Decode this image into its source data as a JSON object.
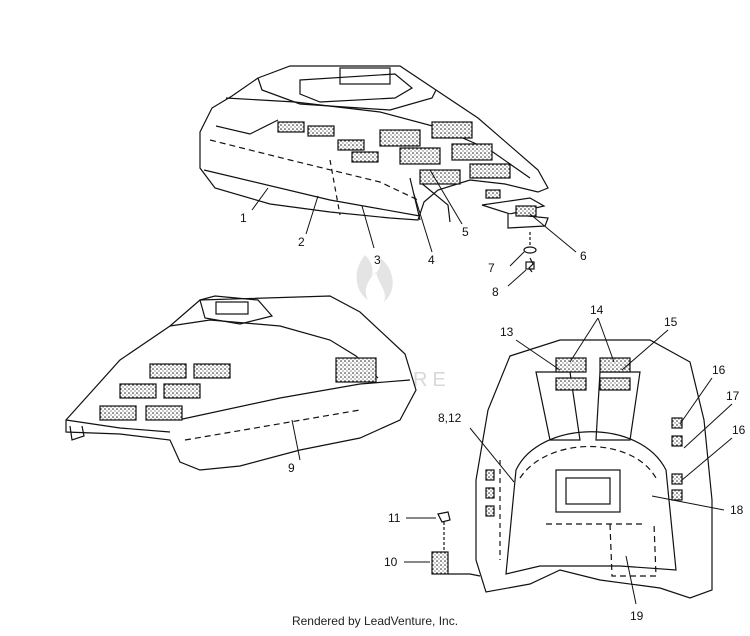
{
  "watermark": "LEADVENTURE",
  "footer": "Rendered by LeadVenture, Inc.",
  "callouts": {
    "c1": "1",
    "c2": "2",
    "c3": "3",
    "c4": "4",
    "c5": "5",
    "c6": "6",
    "c7": "7",
    "c8": "8",
    "c9": "9",
    "c10": "10",
    "c11": "11",
    "c812": "8,12",
    "c13": "13",
    "c14": "14",
    "c15": "15",
    "c16a": "16",
    "c16b": "16",
    "c17": "17",
    "c18": "18",
    "c19": "19"
  }
}
